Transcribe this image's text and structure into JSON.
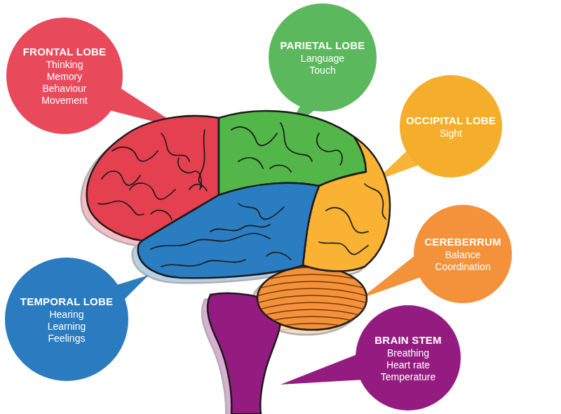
{
  "diagram": {
    "nodes": [
      {
        "text": [
          "FRONTAL LOBE",
          "Thinking Memory Behaviour Movement"
        ]
      },
      {
        "text": [
          "PARIETAL LOBE",
          "Language Touch"
        ]
      },
      {
        "text": [
          "OCCIPITAL LOBE",
          "Sight"
        ]
      },
      {
        "text": [
          "CEREBERRUM",
          "Balance Coordination"
        ]
      },
      {
        "text": [
          "TEMPORAL LOBE",
          "Hearing Learning Feelings"
        ]
      },
      {
        "text": [
          "BRAIN STEM",
          "Breathing Heart rate Temperature"
        ]
      }
    ]
  }
}
